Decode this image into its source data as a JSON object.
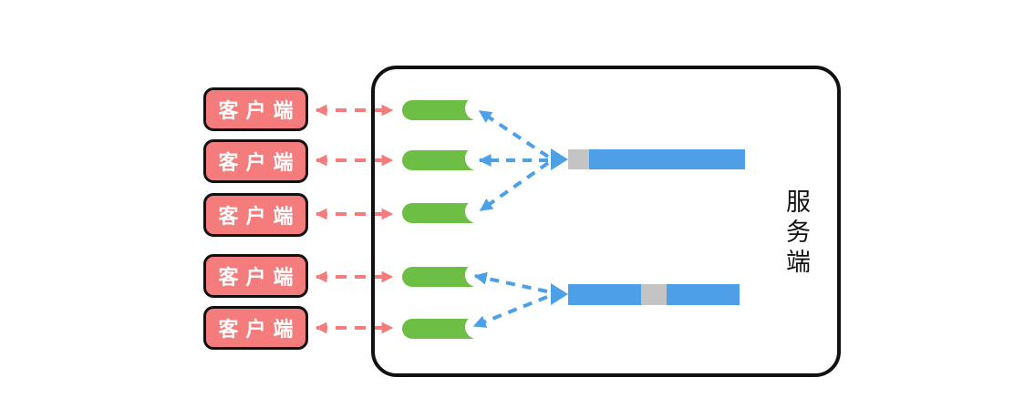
{
  "diagram": {
    "clients": [
      {
        "label": "客户端"
      },
      {
        "label": "客户端"
      },
      {
        "label": "客户端"
      },
      {
        "label": "客户端"
      },
      {
        "label": "客户端"
      }
    ],
    "server": {
      "label": "服务端"
    }
  },
  "colors": {
    "salmon": "#F47C7C",
    "green": "#6CBE45",
    "blue": "#4D9FE6",
    "gray": "#C4C4C4",
    "ink": "#111111",
    "label": "#FFFFFF",
    "bg": "#FFFFFF"
  }
}
